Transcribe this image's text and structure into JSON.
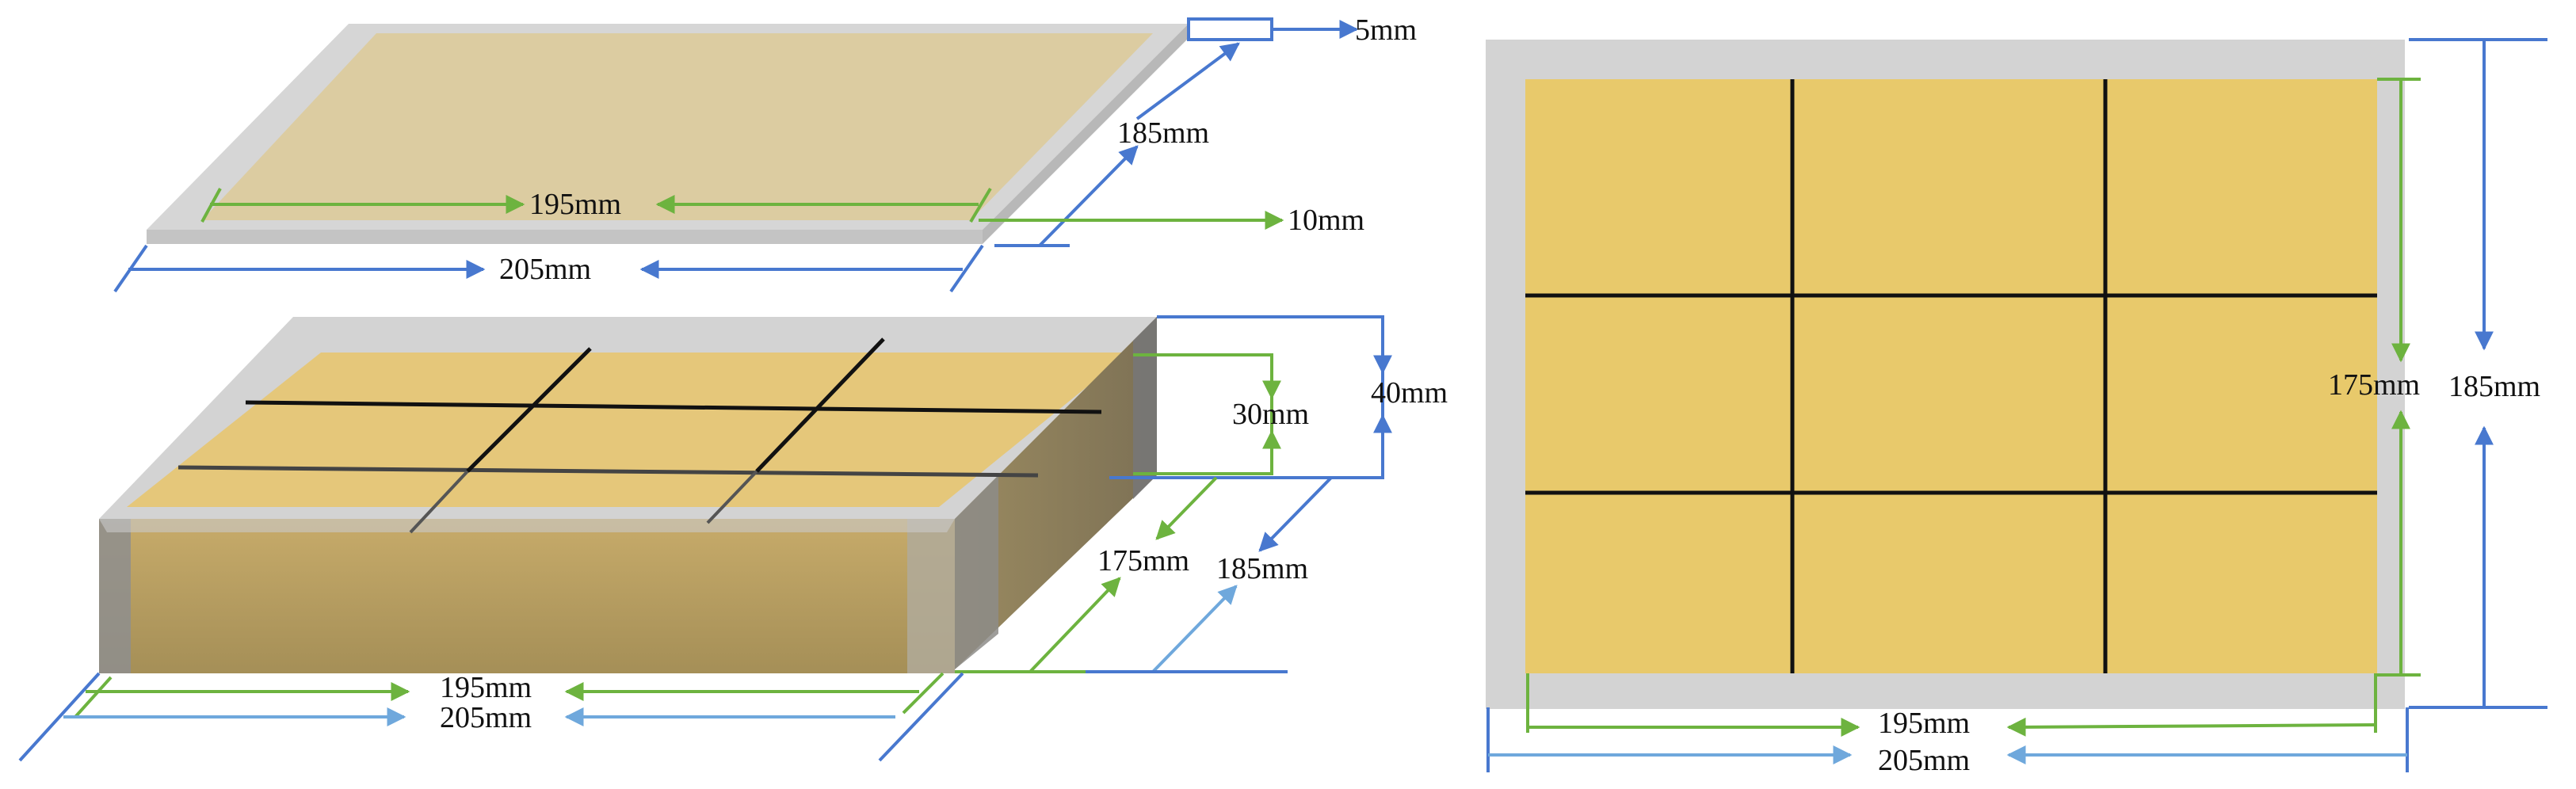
{
  "colors": {
    "panel_fill": "#e8cc6e",
    "plate_frame": "#d3d3d3",
    "grid_line": "#111111",
    "blue_dim": "#4878cf",
    "green_dim": "#6db33f",
    "light_blue_dim": "#6fa8dc"
  },
  "top_plate": {
    "thickness_label": "5mm",
    "depth_label": "185mm",
    "inner_width_label": "195mm",
    "border_label": "10mm",
    "outer_width_label": "205mm"
  },
  "box": {
    "inner_height_label": "30mm",
    "outer_height_label": "40mm",
    "inner_depth_label": "175mm",
    "outer_depth_label": "185mm",
    "inner_width_label": "195mm",
    "outer_width_label": "205mm"
  },
  "plan_view": {
    "inner_height_label": "175mm",
    "outer_height_label": "185mm",
    "inner_width_label": "195mm",
    "outer_width_label": "205mm",
    "grid": {
      "columns": 3,
      "rows": 3
    }
  }
}
